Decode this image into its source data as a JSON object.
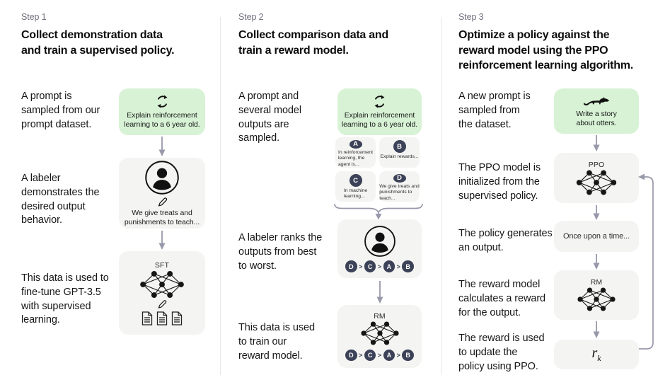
{
  "shared": {
    "rank_separator": ">"
  },
  "colors": {
    "prompt_green": "#d7f2d4",
    "box_gray": "#f4f4f2",
    "arrow_gray": "#9898ab",
    "badge_dark": "#3c4257"
  },
  "steps": [
    {
      "step_label": "Step 1",
      "title": "Collect demonstration data\nand train a supervised policy.",
      "label_prompt": "A prompt is\nsampled from our\nprompt dataset.",
      "label_labeler": "A labeler\ndemonstrates the\ndesired output\nbehavior.",
      "label_finetune": "This data is used to\nfine-tune GPT-3.5\nwith supervised\nlearning.",
      "prompt_box_text": "Explain reinforcement\nlearning to a 6 year old.",
      "labeler_box_text": "We give treats and\npunishments to teach...",
      "sft_label": "SFT"
    },
    {
      "step_label": "Step 2",
      "title": "Collect comparison data and\ntrain a reward model.",
      "label_sampled": "A prompt and\nseveral model\noutputs are\nsampled.",
      "label_ranks": "A labeler ranks the\noutputs from best\nto worst.",
      "label_train": "This data is used\nto train our\nreward model.",
      "prompt_box_text": "Explain reinforcement\nlearning to a 6 year old.",
      "outputs": [
        {
          "letter": "A",
          "text": "In reinforcement\nlearning, the\nagent is..."
        },
        {
          "letter": "B",
          "text": "Explain rewards..."
        },
        {
          "letter": "C",
          "text": "In machine\nlearning..."
        },
        {
          "letter": "D",
          "text": "We give treats and\npunishments to\nteach..."
        }
      ],
      "ranking": [
        "D",
        "C",
        "A",
        "B"
      ],
      "rm_label": "RM"
    },
    {
      "step_label": "Step 3",
      "title": "Optimize a policy against the\nreward model using the PPO\nreinforcement learning algorithm.",
      "label_new_prompt": "A new prompt is\nsampled from\nthe dataset.",
      "label_ppo": "The PPO model is\ninitialized from the\nsupervised policy.",
      "label_output": "The policy generates\nan output.",
      "label_reward": "The reward model\ncalculates a reward\nfor the output.",
      "label_update": "The reward is used\nto update the\npolicy using PPO.",
      "prompt_box_text": "Write a story\nabout otters.",
      "ppo_label": "PPO",
      "output_box_text": "Once upon a time...",
      "rm_label": "RM",
      "reward_base": "r",
      "reward_sub": "k"
    }
  ]
}
